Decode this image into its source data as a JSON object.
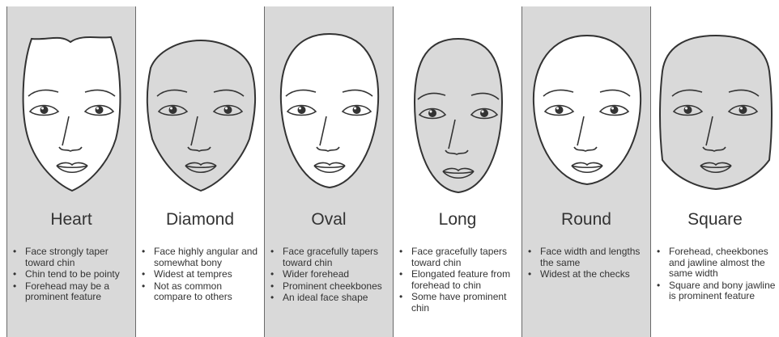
{
  "colors": {
    "grey_panel": "#d9d9d9",
    "white_panel": "#ffffff",
    "outline": "#333333",
    "text": "#333333"
  },
  "face_shapes": [
    {
      "name": "Heart",
      "face_fill": "white",
      "background": "grey",
      "features": [
        "Face strongly taper toward chin",
        "Chin tend to be pointy",
        "Forehead may be a prominent feature"
      ]
    },
    {
      "name": "Diamond",
      "face_fill": "grey",
      "background": "white",
      "features": [
        "Face highly angular and somewhat bony",
        "Widest at tempres",
        "Not as common compare to others"
      ]
    },
    {
      "name": "Oval",
      "face_fill": "white",
      "background": "grey",
      "features": [
        "Face gracefully tapers toward chin",
        "Wider forehead",
        "Prominent cheekbones",
        "An ideal face shape"
      ]
    },
    {
      "name": "Long",
      "face_fill": "grey",
      "background": "white",
      "features": [
        "Face gracefully tapers toward chin",
        "Elongated feature from forehead to chin",
        "Some have prominent chin"
      ]
    },
    {
      "name": "Round",
      "face_fill": "white",
      "background": "grey",
      "features": [
        "Face width and lengths the same",
        "Widest at the checks"
      ]
    },
    {
      "name": "Square",
      "face_fill": "grey",
      "background": "white",
      "features": [
        "Forehead, cheekbones and jawline almost the same width",
        "Square and bony jawline is prominent feature"
      ]
    }
  ]
}
